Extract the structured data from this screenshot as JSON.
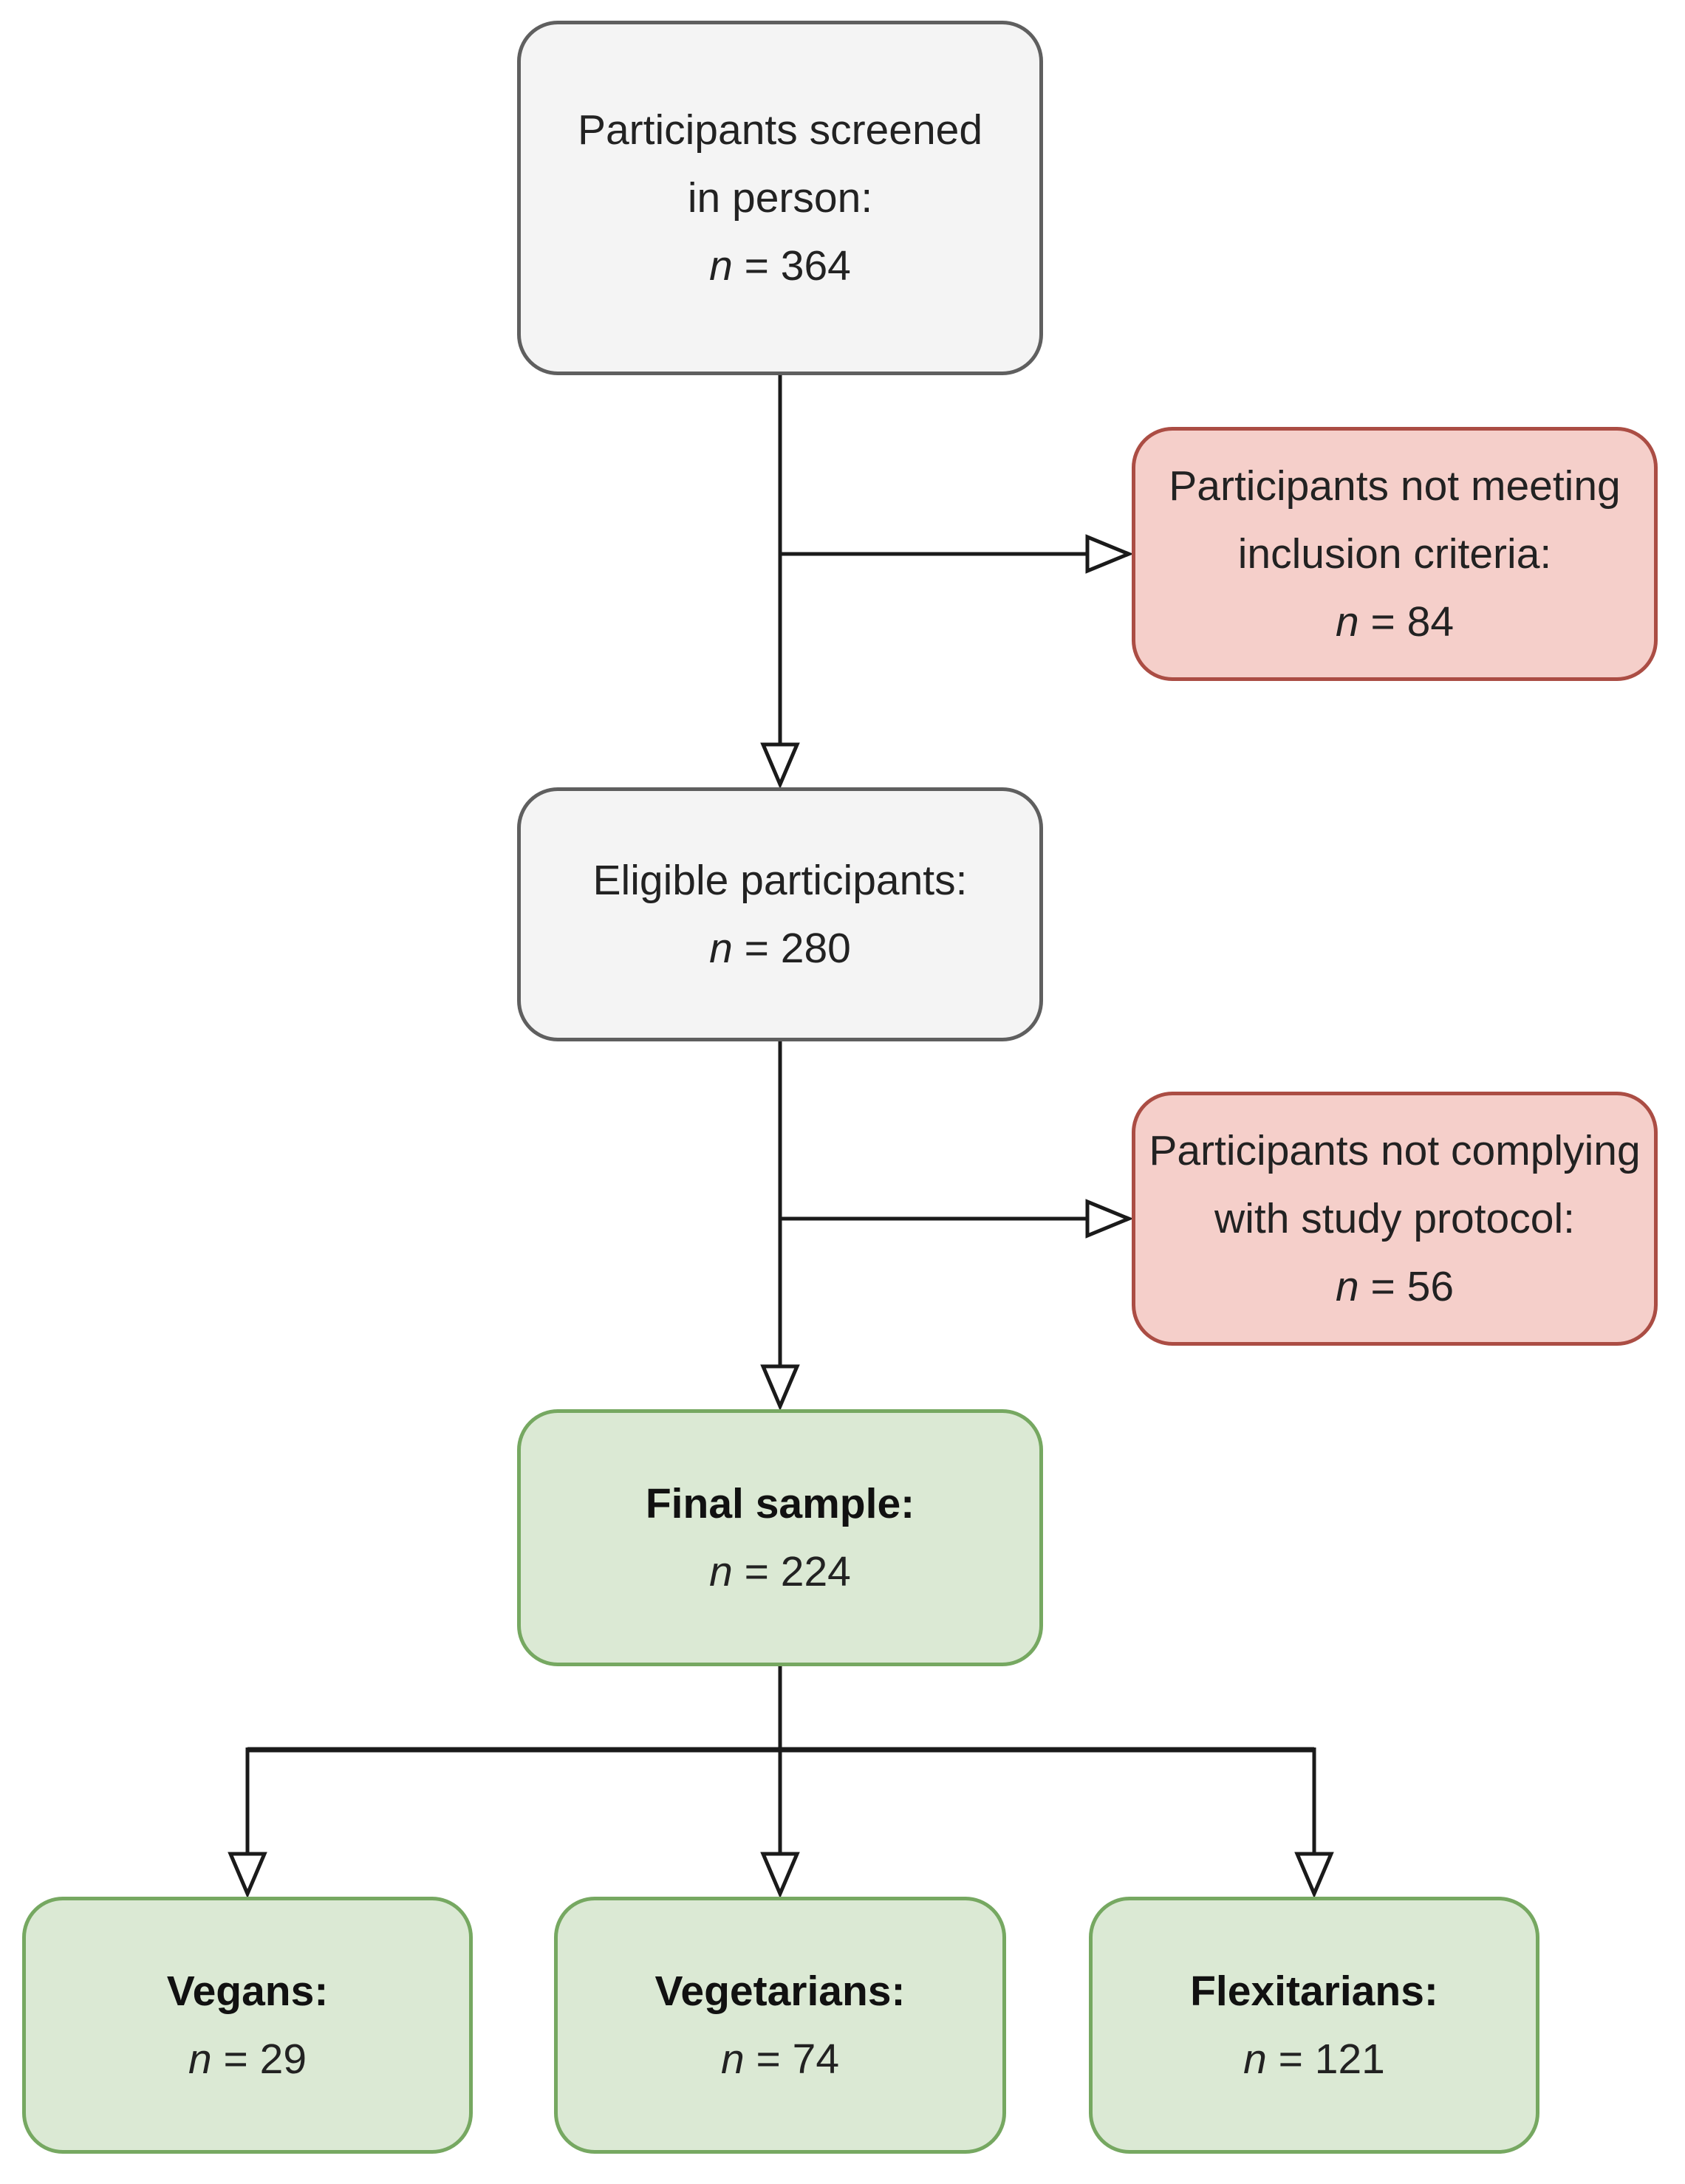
{
  "palette": {
    "gray_fill": "#f4f4f4",
    "gray_border": "#5f5f5f",
    "red_fill": "#f5cfca",
    "red_border": "#ab4d44",
    "green_fill": "#dbe9d4",
    "green_border": "#76a861",
    "connector_color": "#1a1a1a",
    "text_color": "#222222"
  },
  "boxes": {
    "screened": {
      "title1": "Participants screened",
      "title2": "in person:",
      "n_italic": "n",
      "n_rest": " = 364"
    },
    "not_meeting": {
      "title1": "Participants not meeting",
      "title2": "inclusion criteria:",
      "n_italic": "n",
      "n_rest": " = 84"
    },
    "eligible": {
      "title1": "Eligible participants:",
      "n_italic": "n",
      "n_rest": " = 280"
    },
    "not_complying": {
      "title1": "Participants not complying",
      "title2": "with study protocol:",
      "n_italic": "n",
      "n_rest": " = 56"
    },
    "final": {
      "title1": "Final sample:",
      "n_italic": "n",
      "n_rest": " = 224"
    },
    "vegans": {
      "title1": "Vegans:",
      "n_italic": "n",
      "n_rest": " = 29"
    },
    "vegetarians": {
      "title1": "Vegetarians:",
      "n_italic": "n",
      "n_rest": " = 74"
    },
    "flexitarians": {
      "title1": "Flexitarians:",
      "n_italic": "n",
      "n_rest": " = 121"
    }
  }
}
